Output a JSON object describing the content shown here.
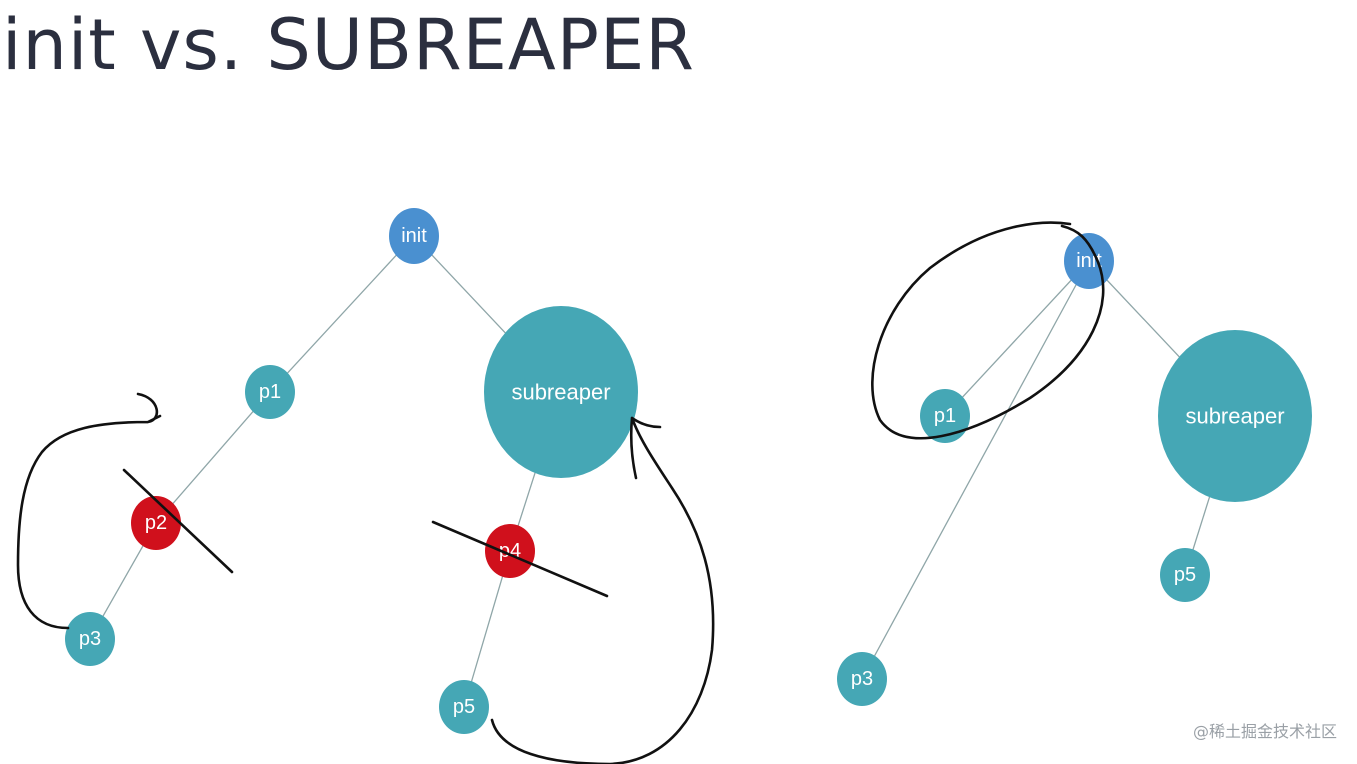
{
  "title": "init vs. SUBREAPER",
  "watermark": "@稀土掘金技术社区",
  "colors": {
    "init": "#4a90d0",
    "teal": "#45a7b5",
    "red": "#d0101c",
    "edge": "#8fa6a8",
    "ink": "#111111",
    "title": "#2b2f3f"
  },
  "trees": [
    {
      "nodes": [
        {
          "id": "init",
          "label": "init",
          "color": "init"
        },
        {
          "id": "p1",
          "label": "p1",
          "color": "teal"
        },
        {
          "id": "subreaper",
          "label": "subreaper",
          "color": "teal"
        },
        {
          "id": "p2",
          "label": "p2",
          "color": "red"
        },
        {
          "id": "p3",
          "label": "p3",
          "color": "teal"
        },
        {
          "id": "p4",
          "label": "p4",
          "color": "red"
        },
        {
          "id": "p5",
          "label": "p5",
          "color": "teal"
        }
      ],
      "edges": [
        [
          "init",
          "p1"
        ],
        [
          "init",
          "subreaper"
        ],
        [
          "p1",
          "p2"
        ],
        [
          "p2",
          "p3"
        ],
        [
          "subreaper",
          "p4"
        ],
        [
          "p4",
          "p5"
        ]
      ]
    },
    {
      "nodes": [
        {
          "id": "init",
          "label": "init",
          "color": "init"
        },
        {
          "id": "p1",
          "label": "p1",
          "color": "teal"
        },
        {
          "id": "subreaper",
          "label": "subreaper",
          "color": "teal"
        },
        {
          "id": "p3",
          "label": "p3",
          "color": "teal"
        },
        {
          "id": "p5",
          "label": "p5",
          "color": "teal"
        }
      ],
      "edges": [
        [
          "init",
          "p1"
        ],
        [
          "init",
          "subreaper"
        ],
        [
          "init",
          "p3"
        ],
        [
          "subreaper",
          "p5"
        ]
      ]
    }
  ]
}
